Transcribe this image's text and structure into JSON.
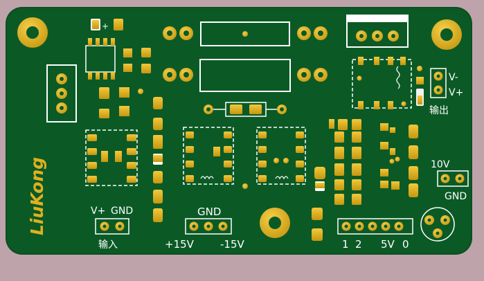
{
  "board": {
    "brand": "LiuKong",
    "colors": {
      "background": "#bfa3ab",
      "soldermask": "#0b5a26",
      "soldermask_edge": "#0a4e21",
      "pad": "#e2b623",
      "pad_dark": "#b88a10",
      "hole": "#caa21c",
      "silk": "#ffffff",
      "brand": "#e0b020"
    }
  },
  "labels": {
    "input_vplus": "V+",
    "input_gnd": "GND",
    "input_cn": "输入",
    "power_gnd": "GND",
    "power_p15": "+15V",
    "power_m15": "-15V",
    "out_vminus": "V-",
    "out_vplus": "V+",
    "out_cn": "输出",
    "ref_10v": "10V",
    "ref_gnd": "GND",
    "sel_1": "1",
    "sel_2": "2",
    "sel_5v": "5V",
    "sel_0": "0"
  }
}
